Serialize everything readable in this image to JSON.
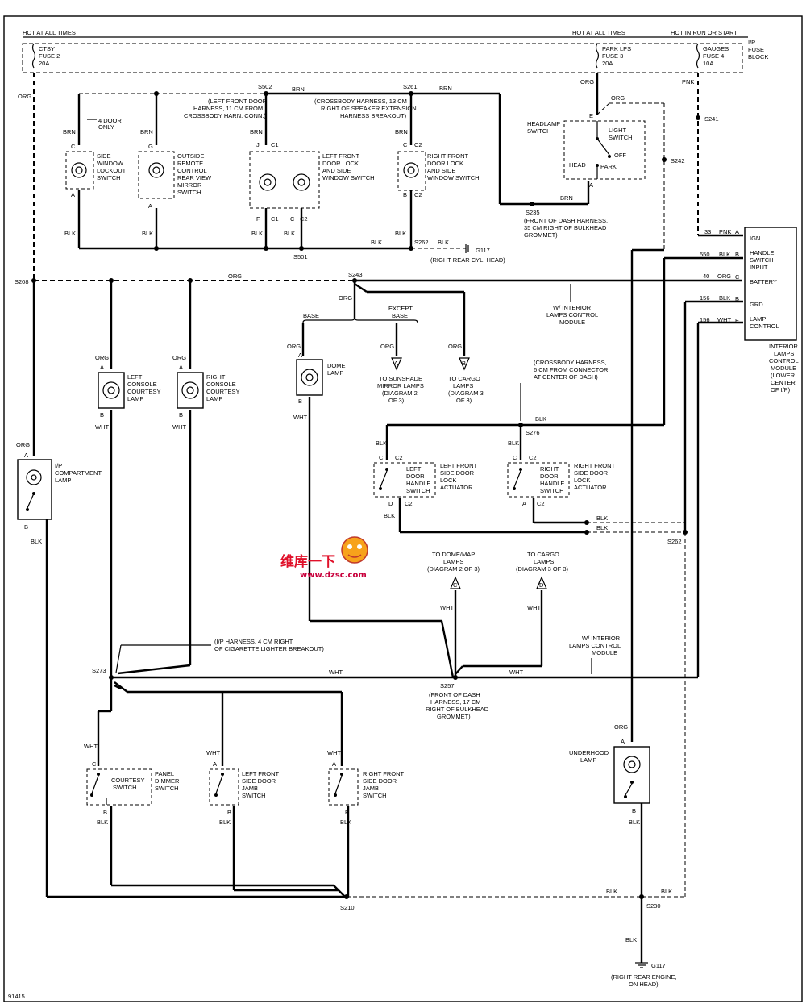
{
  "header": {
    "hot_at_all_times_left": "HOT AT ALL TIMES",
    "hot_at_all_times_right": "HOT AT ALL TIMES",
    "hot_in_run_or_start": "HOT IN RUN OR START"
  },
  "fuse_block": {
    "label_1": "I/P",
    "label_2": "FUSE",
    "label_3": "BLOCK",
    "ctsy_1": "CTSY",
    "ctsy_2": "FUSE 2",
    "ctsy_3": "20A",
    "park_1": "PARK LPS",
    "park_2": "FUSE 3",
    "park_3": "20A",
    "gauges_1": "GAUGES",
    "gauges_2": "FUSE 4",
    "gauges_3": "10A"
  },
  "wire_colors": {
    "org": "ORG",
    "brn": "BRN",
    "blk": "BLK",
    "pnk": "PNK",
    "wht": "WHT"
  },
  "splices": {
    "s502": "S502",
    "s261": "S261",
    "s501": "S501",
    "s262": "S262",
    "s235": "S235",
    "s242": "S242",
    "s241": "S241",
    "s208": "S208",
    "s243": "S243",
    "s276": "S276",
    "s262b": "S262",
    "s273": "S273",
    "s257": "S257",
    "s210": "S210",
    "s230": "S230"
  },
  "notes": {
    "four_door_1": "4 DOOR",
    "four_door_2": "ONLY",
    "s502_1": "(LEFT FRONT DOOR",
    "s502_2": "HARNESS, 11 CM FROM",
    "s502_3": "CROSSBODY HARN. CONN.)",
    "s261_1": "(CROSSBODY HARNESS, 13 CM",
    "s261_2": "RIGHT OF SPEAKER EXTENSION",
    "s261_3": "HARNESS BREAKOUT)",
    "s235_1": "(FRONT OF DASH HARNESS,",
    "s235_2": "35 CM RIGHT OF BULKHEAD",
    "s235_3": "GROMMET)",
    "g117a": "G117",
    "g117a_note": "(RIGHT REAR CYL. HEAD)",
    "w_interior_1": "W/ INTERIOR",
    "w_interior_2": "LAMPS CONTROL",
    "w_interior_3": "MODULE",
    "s276_1": "(CROSSBODY HARNESS,",
    "s276_2": "6 CM FROM CONNECTOR",
    "s276_3": "AT CENTER OF DASH)",
    "s273_1": "(I/P HARNESS, 4 CM RIGHT",
    "s273_2": "OF CIGARETTE LIGHTER BREAKOUT)",
    "w_interior_b1": "W/ INTERIOR",
    "w_interior_b2": "LAMPS CONTROL",
    "w_interior_b3": "MODULE",
    "s257_1": "(FRONT OF DASH",
    "s257_2": "HARNESS, 17 CM",
    "s257_3": "RIGHT OF BULKHEAD",
    "s257_4": "GROMMET)",
    "g117b": "G117",
    "g117b_1": "(RIGHT REAR ENGINE,",
    "g117b_2": "ON HEAD)",
    "base": "BASE",
    "except_1": "EXCEPT",
    "except_2": "BASE",
    "code": "91415"
  },
  "components": {
    "side_window_1": "SIDE",
    "side_window_2": "WINDOW",
    "side_window_3": "LOCKOUT",
    "side_window_4": "SWITCH",
    "mirror_1": "OUTSIDE",
    "mirror_2": "REMOTE",
    "mirror_3": "CONTROL",
    "mirror_4": "REAR VIEW",
    "mirror_5": "MIRROR",
    "mirror_6": "SWITCH",
    "lf_lock_1": "LEFT FRONT",
    "lf_lock_2": "DOOR LOCK",
    "lf_lock_3": "AND SIDE",
    "lf_lock_4": "WINDOW SWITCH",
    "rf_lock_1": "RIGHT FRONT",
    "rf_lock_2": "DOOR LOCK",
    "rf_lock_3": "AND SIDE",
    "rf_lock_4": "WINDOW SWITCH",
    "headlamp_1": "HEADLAMP",
    "headlamp_2": "SWITCH",
    "light_sw_1": "LIGHT",
    "light_sw_2": "SWITCH",
    "off": "OFF",
    "head": "HEAD",
    "park": "PARK",
    "ilcm_ign": "IGN",
    "ilcm_handle_1": "HANDLE",
    "ilcm_handle_2": "SWITCH",
    "ilcm_handle_3": "INPUT",
    "ilcm_battery": "BATTERY",
    "ilcm_grd": "GRD",
    "ilcm_lamp_1": "LAMP",
    "ilcm_lamp_2": "CONTROL",
    "ilcm_title_1": "INTERIOR",
    "ilcm_title_2": "LAMPS",
    "ilcm_title_3": "CONTROL",
    "ilcm_title_4": "MODULE",
    "ilcm_title_5": "(LOWER",
    "ilcm_title_6": "CENTER",
    "ilcm_title_7": "OF I/P)",
    "left_console_1": "LEFT",
    "left_console_2": "CONSOLE",
    "left_console_3": "COURTESY",
    "left_console_4": "LAMP",
    "right_console_1": "RIGHT",
    "right_console_2": "CONSOLE",
    "right_console_3": "COURTESY",
    "right_console_4": "LAMP",
    "dome_1": "DOME",
    "dome_2": "LAMP",
    "sunshade_1": "TO SUNSHADE",
    "sunshade_2": "MIRROR LAMPS",
    "sunshade_3": "(DIAGRAM 2",
    "sunshade_4": "OF 3)",
    "cargo_1": "TO CARGO",
    "cargo_2": "LAMPS",
    "cargo_3": "(DIAGRAM 3",
    "cargo_4": "OF 3)",
    "ip_comp_1": "I/P",
    "ip_comp_2": "COMPARTMENT",
    "ip_comp_3": "LAMP",
    "lf_handle_1": "LEFT",
    "lf_handle_2": "DOOR",
    "lf_handle_3": "HANDLE",
    "lf_handle_4": "SWITCH",
    "lf_actuator_1": "LEFT FRONT",
    "lf_actuator_2": "SIDE DOOR",
    "lf_actuator_3": "LOCK",
    "lf_actuator_4": "ACTUATOR",
    "rf_handle_1": "RIGHT",
    "rf_handle_2": "DOOR",
    "rf_handle_3": "HANDLE",
    "rf_handle_4": "SWITCH",
    "rf_actuator_1": "RIGHT FRONT",
    "rf_actuator_2": "SIDE DOOR",
    "rf_actuator_3": "LOCK",
    "rf_actuator_4": "ACTUATOR",
    "dome_map_1": "TO DOME/MAP",
    "dome_map_2": "LAMPS",
    "dome_map_3": "(DIAGRAM 2 OF 3)",
    "cargo_b_1": "TO CARGO",
    "cargo_b_2": "LAMPS",
    "cargo_b_3": "(DIAGRAM 3 OF 3)",
    "courtesy_1": "COURTESY",
    "courtesy_2": "SWITCH",
    "panel_1": "PANEL",
    "panel_2": "DIMMER",
    "panel_3": "SWITCH",
    "lf_jamb_1": "LEFT FRONT",
    "lf_jamb_2": "SIDE DOOR",
    "lf_jamb_3": "JAMB",
    "lf_jamb_4": "SWITCH",
    "rf_jamb_1": "RIGHT FRONT",
    "rf_jamb_2": "SIDE DOOR",
    "rf_jamb_3": "JAMB",
    "rf_jamb_4": "SWITCH",
    "underhood_1": "UNDERHOOD",
    "underhood_2": "LAMP"
  },
  "pins": {
    "a": "A",
    "b": "B",
    "c": "C",
    "d": "D",
    "e": "E",
    "f": "F",
    "g": "G",
    "j": "J",
    "c1": "C1",
    "c2": "C2",
    "c33": "33",
    "c550": "550",
    "c40": "40",
    "c156": "156",
    "c156b": "156"
  },
  "diagram_refs": {
    "a": "A",
    "b": "B",
    "c": "C",
    "d": "D"
  },
  "watermark": {
    "line1": "维库一下",
    "line2": "www.dzsc.com"
  }
}
